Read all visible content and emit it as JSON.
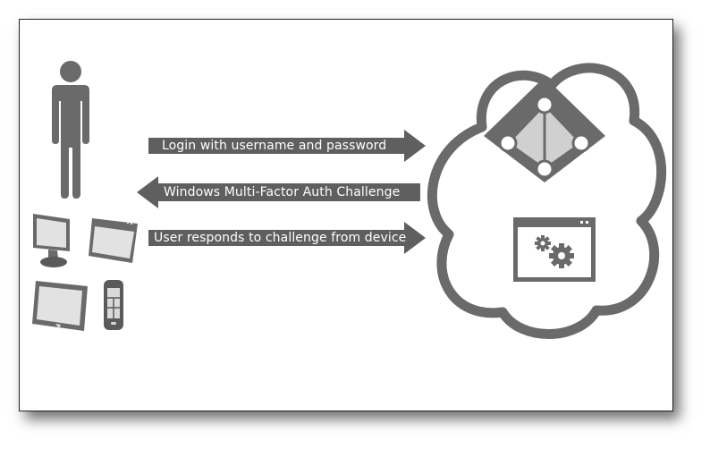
{
  "diagram": {
    "arrows": [
      {
        "label": "Login with username and password",
        "direction": "right"
      },
      {
        "label": "Windows Multi-Factor Auth Challenge",
        "direction": "left"
      },
      {
        "label": "User responds to challenge from device",
        "direction": "right"
      }
    ],
    "colors": {
      "shape": "#6a6a6a",
      "arrow": "#5f5f5f",
      "device": "#5a5a5a",
      "screen": "#d9d9d9",
      "text": "#ffffff",
      "frame_border": "#222222"
    },
    "icons": [
      "person-icon",
      "monitor-icon",
      "browser-window-icon",
      "tablet-icon",
      "phone-icon",
      "cloud-icon",
      "azure-ad-icon",
      "app-settings-icon"
    ]
  }
}
